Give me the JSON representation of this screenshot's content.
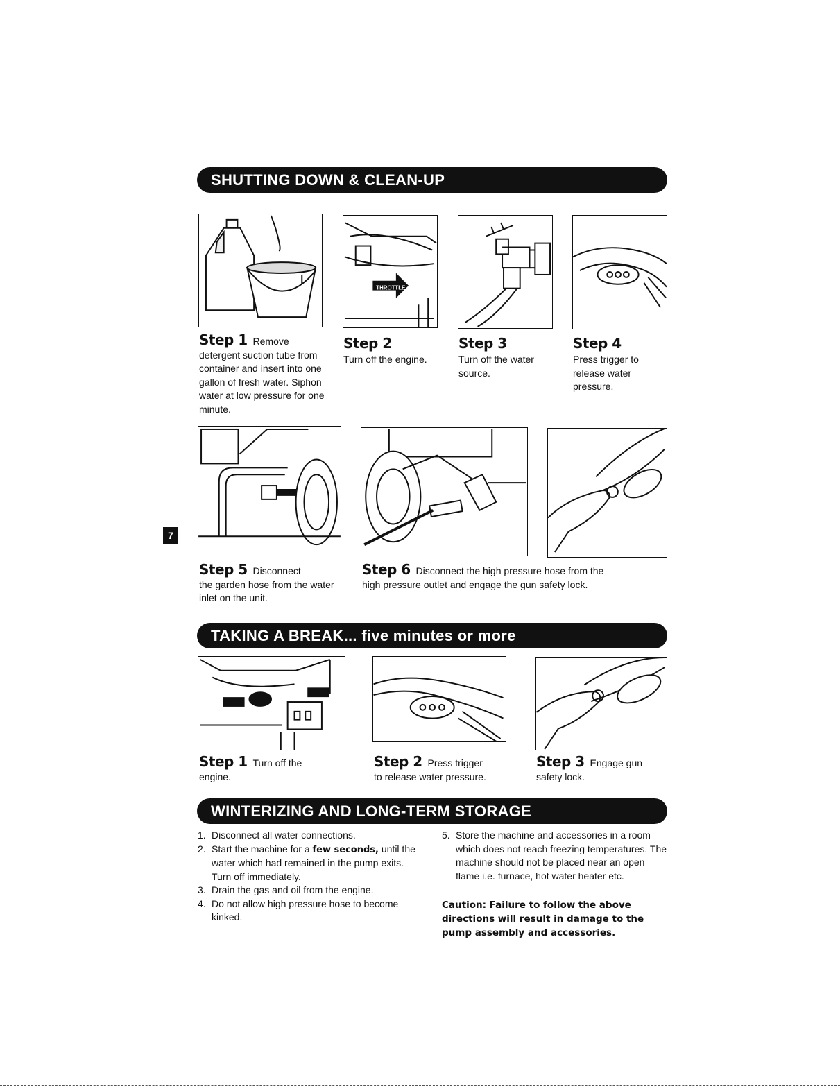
{
  "page_number": "7",
  "sections": {
    "shutdown_title": "SHUTTING DOWN & CLEAN-UP",
    "break_title": "TAKING A BREAK... five minutes or more",
    "winter_title": "WINTERIZING AND LONG-TERM STORAGE"
  },
  "shutdown_steps": [
    {
      "label": "Step 1",
      "text_inline": "Remove",
      "text": "detergent suction tube from container and insert into one gallon of fresh water. Siphon water at low pressure for one minute."
    },
    {
      "label": "Step 2",
      "text": "Turn off the engine."
    },
    {
      "label": "Step 3",
      "text": "Turn off the water source."
    },
    {
      "label": "Step 4",
      "text": "Press trigger to release water pressure."
    },
    {
      "label": "Step 5",
      "text_inline": "Disconnect",
      "text": "the garden hose from the water inlet on the unit."
    },
    {
      "label": "Step 6",
      "text_inline": "Disconnect the high pressure hose from the",
      "text": "high pressure outlet and engage the gun safety lock."
    }
  ],
  "break_steps": [
    {
      "label": "Step 1",
      "text_inline": "Turn off the",
      "text": "engine."
    },
    {
      "label": "Step 2",
      "text_inline": "Press trigger",
      "text": "to release water pressure."
    },
    {
      "label": "Step 3",
      "text_inline": "Engage gun",
      "text": "safety lock."
    }
  ],
  "illustrations": {
    "throttle_label": "THROTTLE"
  },
  "winterizing": {
    "items": [
      {
        "num": "1.",
        "text": "Disconnect all water connections."
      },
      {
        "num": "2.",
        "text_before": "Start the machine for a ",
        "bold": "few seconds,",
        "text_after": " until the water which had remained in the pump exits. Turn off immediately."
      },
      {
        "num": "3.",
        "text": "Drain the gas and oil from the engine."
      },
      {
        "num": "4.",
        "text": "Do not allow high pressure hose to become kinked."
      },
      {
        "num": "5.",
        "text": "Store the machine and accessories in a room which does not reach freezing temperatures. The machine should not be placed near an open flame i.e. furnace, hot water heater etc."
      }
    ],
    "caution": "Caution: Failure to follow the above directions will result in damage to the pump assembly and accessories."
  }
}
